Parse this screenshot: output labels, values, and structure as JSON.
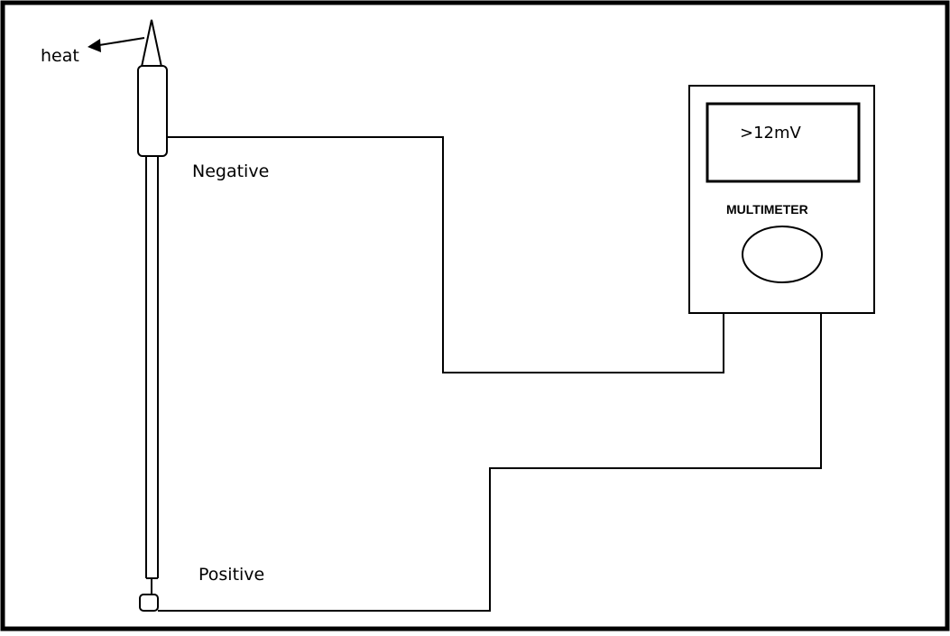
{
  "diagram": {
    "labels": {
      "heat": "heat",
      "negative": "Negative",
      "positive": "Positive"
    },
    "multimeter": {
      "display_reading": ">12mV",
      "name": "MULTIMETER"
    },
    "colors": {
      "line": "#000000",
      "background": "#ffffff"
    }
  }
}
